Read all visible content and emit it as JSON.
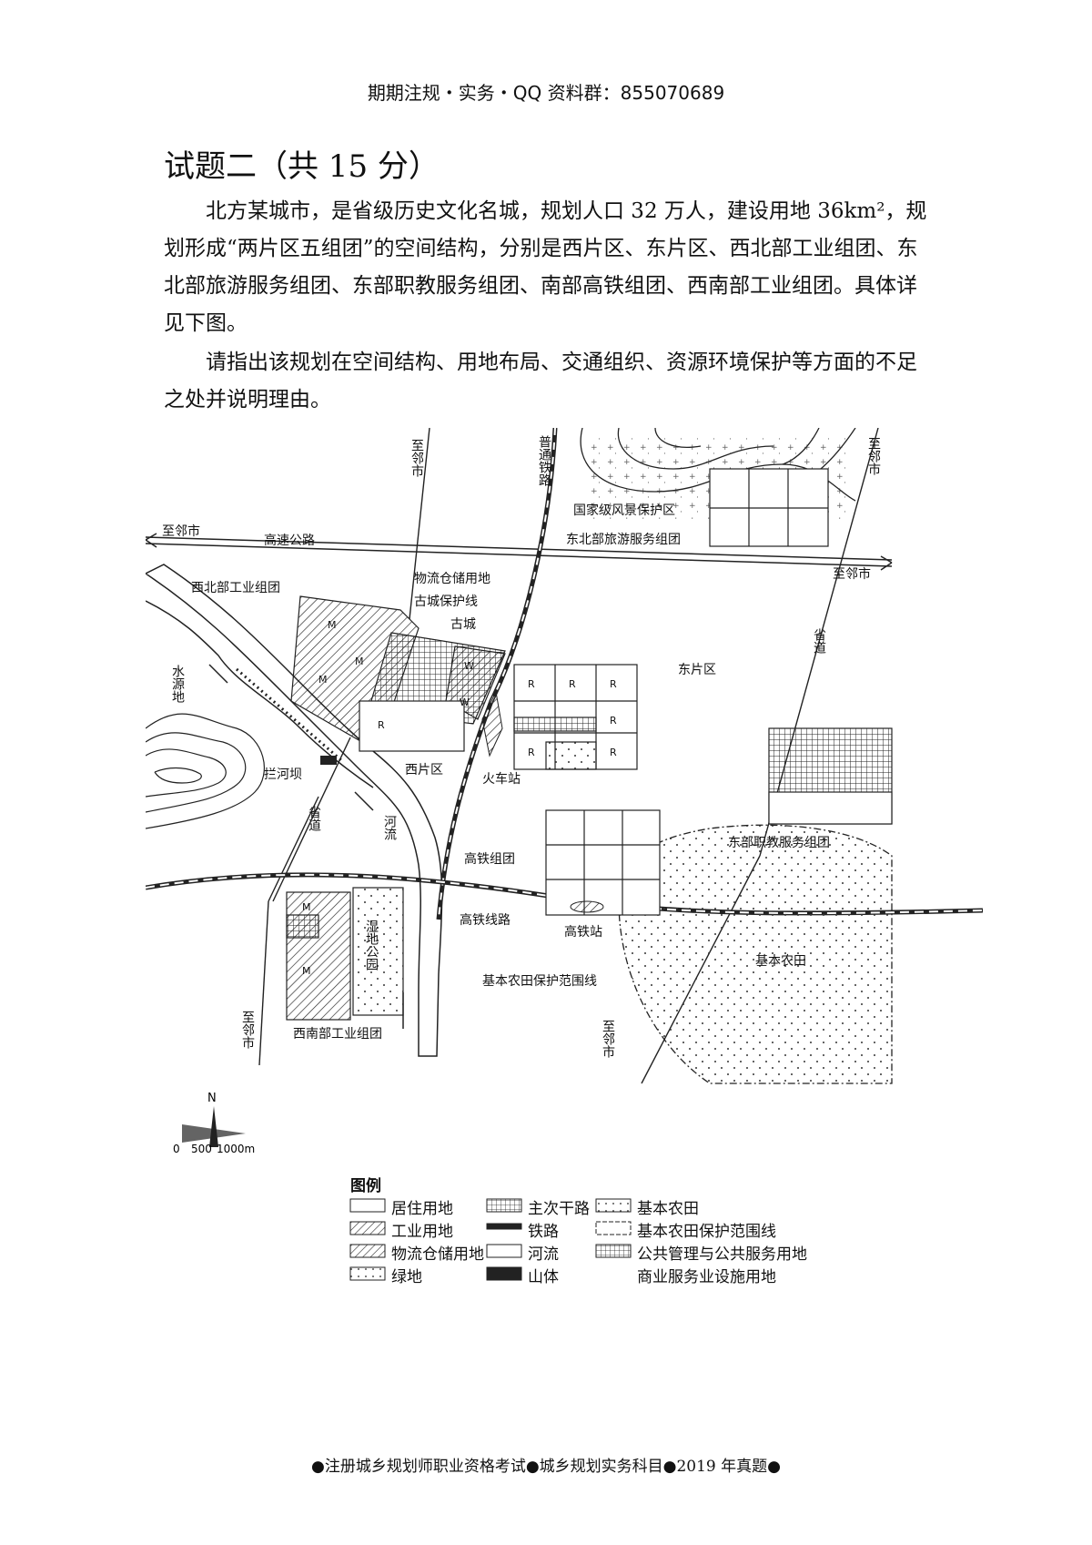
{
  "header": {
    "text": "期期注规・实务・QQ 资料群：855070689"
  },
  "question": {
    "title": "试题二（共 15 分）",
    "para1": "北方某城市，是省级历史文化名城，规划人口 32 万人，建设用地 36km²，规划形成“两片区五组团”的空间结构，分别是西片区、东片区、西北部工业组团、东北部旅游服务组团、东部职教服务组团、南部高铁组团、西南部工业组团。具体详见下图。",
    "para2": "请指出该规划在空间结构、用地布局、交通组织、资源环境保护等方面的不足之处并说明理由。"
  },
  "map": {
    "labels": {
      "to_neighbor_nw": "至邻市",
      "to_neighbor_w": "至邻市",
      "to_neighbor_ne": "至邻市",
      "to_neighbor_e": "至邻市",
      "to_neighbor_sw": "至邻市",
      "to_neighbor_s": "至邻市",
      "railway": "普通铁路",
      "expressway": "高速公路",
      "scenic": "国家级风景保护区",
      "ne_group": "东北部旅游服务组团",
      "nw_group": "西北部工业组团",
      "logistics": "物流仓储用地",
      "oldcity_line": "古城保护线",
      "oldcity": "古城",
      "water": "水源地",
      "dam": "拦河坝",
      "west_area": "西片区",
      "east_area": "东片区",
      "station": "火车站",
      "prov_road_w": "省道",
      "prov_road_e": "省道",
      "river": "河流",
      "e_group": "东部职教服务组团",
      "hsr_group": "高铁组团",
      "hsr_line": "高铁线路",
      "hsr_station": "高铁站",
      "wetland": "湿地公园",
      "farmland": "基本农田",
      "farm_line": "基本农田保护范围线",
      "sw_group": "西南部工业组团",
      "mark_R": "R",
      "mark_M": "M",
      "mark_W": "W"
    },
    "north": "N",
    "scale": {
      "s0": "0",
      "s1": "500",
      "s2": "1000m"
    },
    "legend": {
      "title": "图例",
      "items": [
        "居住用地",
        "工业用地",
        "物流仓储用地",
        "绿地",
        "主次干路",
        "铁路",
        "河流",
        "山体",
        "基本农田",
        "基本农田保护范围线",
        "公共管理与公共服务用地",
        "商业服务业设施用地"
      ]
    }
  },
  "footer": {
    "text": "●注册城乡规划师职业资格考试●城乡规划实务科目●2019 年真题●"
  }
}
